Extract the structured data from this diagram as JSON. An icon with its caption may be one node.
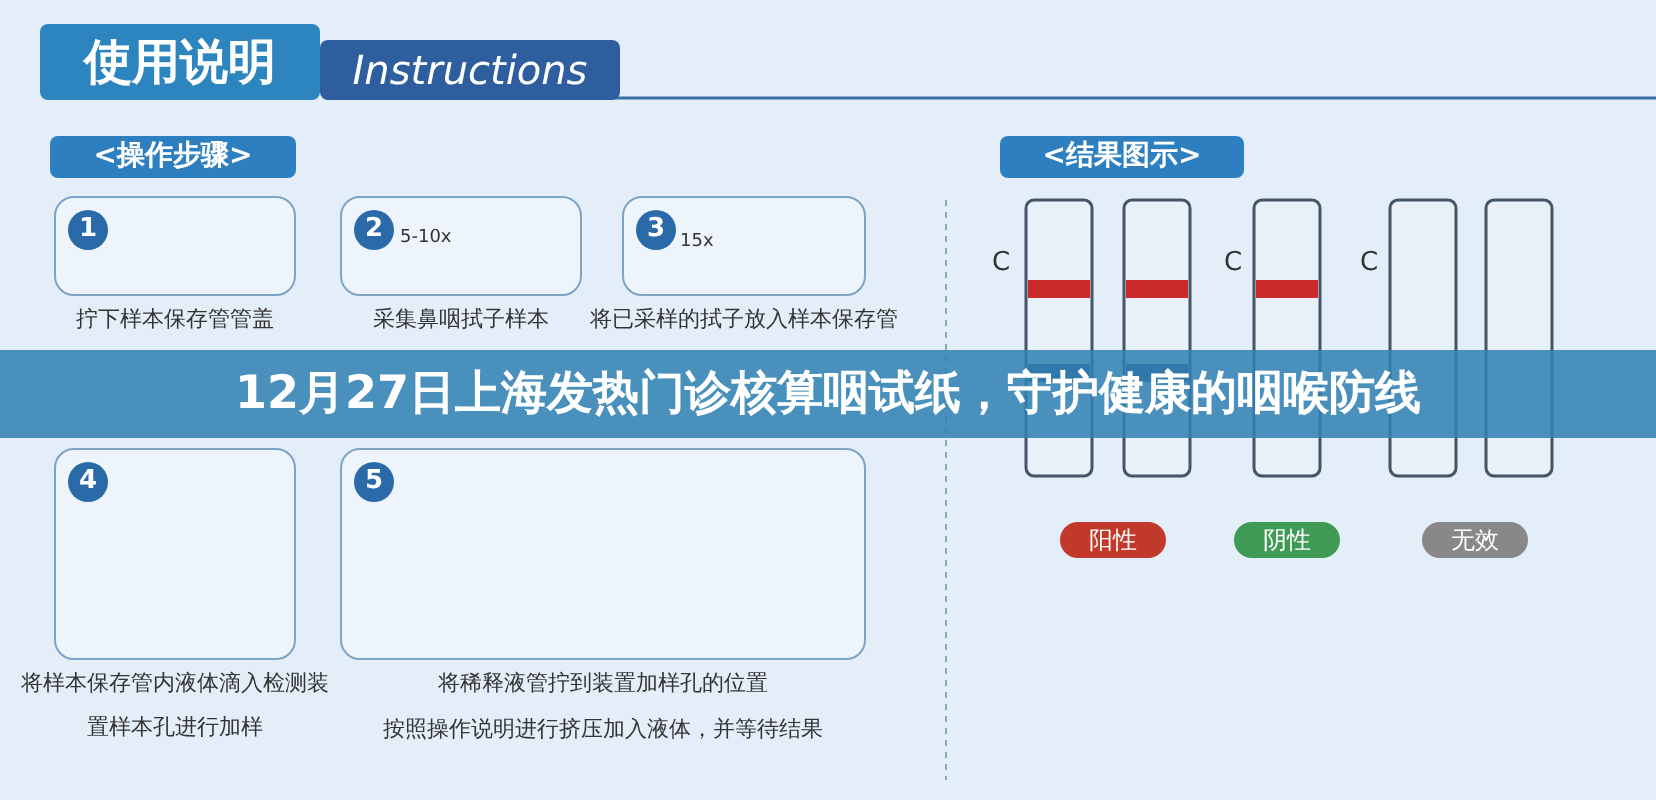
{
  "diagram": {
    "title": "12月27日上海发热门诊核算咽试纸，守护健康的咽喉防线",
    "nodes": [
      {
        "text": [
          "使用说明"
        ]
      },
      {
        "text": [
          "Instructions"
        ]
      },
      {
        "text": [
          "<操作步骤>"
        ]
      },
      {
        "text": [
          "<结果图示>"
        ]
      },
      {
        "text": [
          "1"
        ],
        "beside": [
          "拧下样本保存管管盖"
        ]
      },
      {
        "text": [
          "2"
        ],
        "beside": [
          "采集鼻咽拭子样本"
        ]
      },
      {
        "text": [
          "3"
        ],
        "beside": [
          "将已采样的拭子放入样本保存管"
        ]
      },
      {
        "text": [
          "4"
        ],
        "beside": [
          "将样本保存管内液体滴入检测装置样本孔进行加样"
        ]
      },
      {
        "text": [
          "5"
        ],
        "beside": [
          "将稀释液管拧到装置加样孔的位置",
          "按照操作说明进行挤压加入液体，并等待结果"
        ]
      },
      {
        "text": [
          "阳性"
        ]
      },
      {
        "text": [
          "阴性"
        ]
      },
      {
        "text": [
          "无效"
        ]
      }
    ],
    "edges": [],
    "labels": [
      "5-10x",
      "15x",
      "C",
      "C",
      "C"
    ]
  }
}
